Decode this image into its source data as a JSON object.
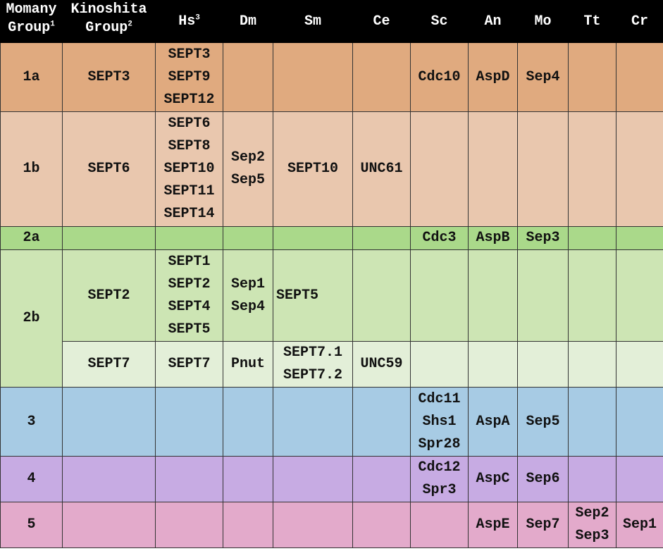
{
  "colors": {
    "header": "#000000",
    "g1a": "#e0aa7f",
    "g1b": "#e9c7ae",
    "g2a": "#aad98a",
    "g2b_sept2": "#cde5b4",
    "g2b_sept7": "#e3efd8",
    "g3": "#a7cbe4",
    "g4": "#c7abe3",
    "g5": "#e3aacb"
  },
  "header": {
    "momany_top": "Momany",
    "momany_bottom": "Group",
    "momany_sup": "1",
    "kino_top": "Kinoshita",
    "kino_bottom": "Group",
    "kino_sup": "2",
    "hs": "Hs",
    "hs_sup": "3",
    "dm": "Dm",
    "sm": "Sm",
    "ce": "Ce",
    "sc": "Sc",
    "an": "An",
    "mo": "Mo",
    "tt": "Tt",
    "cr": "Cr"
  },
  "rows": {
    "g1a": {
      "momany": "1a",
      "kino": "SEPT3",
      "hs": [
        "SEPT3",
        "SEPT9",
        "SEPT12"
      ],
      "sc": "Cdc10",
      "an": "AspD",
      "mo": "Sep4"
    },
    "g1b": {
      "momany": "1b",
      "kino": "SEPT6",
      "hs": [
        "SEPT6",
        "SEPT8",
        "SEPT10",
        "SEPT11",
        "SEPT14"
      ],
      "dm": [
        "Sep2",
        "Sep5"
      ],
      "sm": "SEPT10",
      "ce": "UNC61"
    },
    "g2a": {
      "momany": "2a",
      "sc": "Cdc3",
      "an": "AspB",
      "mo": "Sep3"
    },
    "g2b_sept2": {
      "momany": "2b",
      "kino": "SEPT2",
      "hs": [
        "SEPT1",
        "SEPT2",
        "SEPT4",
        "SEPT5"
      ],
      "dm": [
        "Sep1",
        "Sep4"
      ],
      "sm": "SEPT5"
    },
    "g2b_sept7": {
      "kino": "SEPT7",
      "hs": "SEPT7",
      "dm": "Pnut",
      "sm": [
        "SEPT7.1",
        "SEPT7.2"
      ],
      "ce": "UNC59"
    },
    "g3": {
      "momany": "3",
      "sc": [
        "Cdc11",
        "Shs1",
        "Spr28"
      ],
      "an": "AspA",
      "mo": "Sep5"
    },
    "g4": {
      "momany": "4",
      "sc": [
        "Cdc12",
        "Spr3"
      ],
      "an": "AspC",
      "mo": "Sep6"
    },
    "g5": {
      "momany": "5",
      "an": "AspE",
      "mo": "Sep7",
      "tt": [
        "Sep2",
        "Sep3"
      ],
      "cr": "Sep1"
    }
  }
}
